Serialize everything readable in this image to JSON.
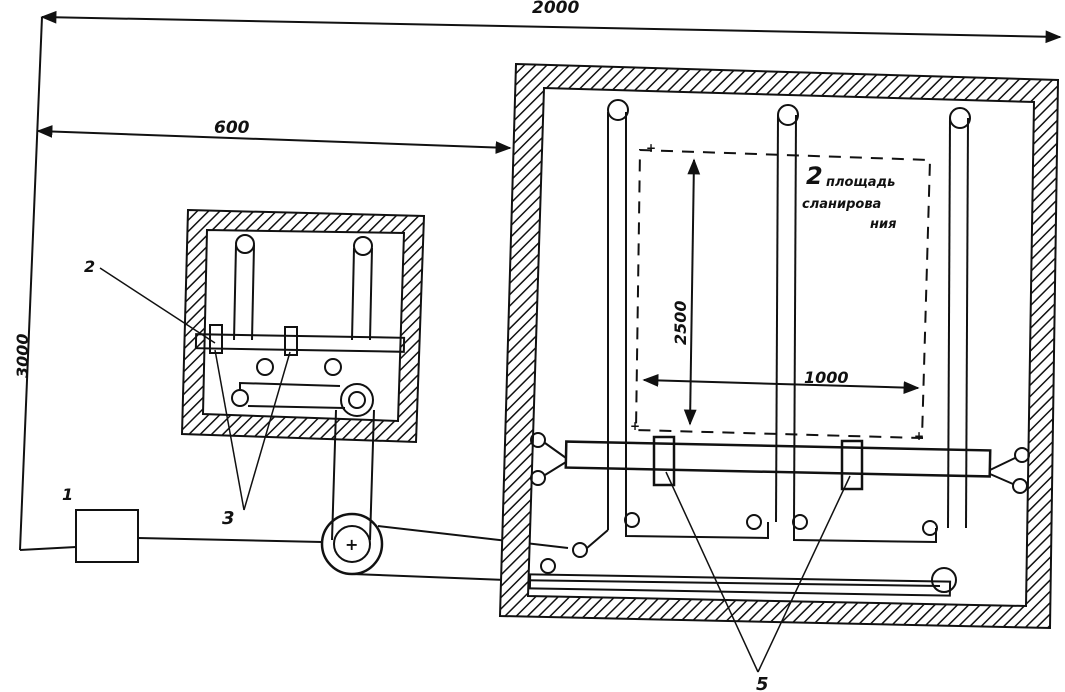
{
  "dimensions": {
    "total_width": "2000",
    "left_offset": "600",
    "total_height": "3000",
    "zone_height": "2500",
    "zone_width": "1000"
  },
  "zone_label": {
    "number": "2",
    "line1": "площадь",
    "line2": "сланирова",
    "line3": "ния"
  },
  "callouts": {
    "item1": "1",
    "item2": "2",
    "item3": "3",
    "item5": "5"
  }
}
